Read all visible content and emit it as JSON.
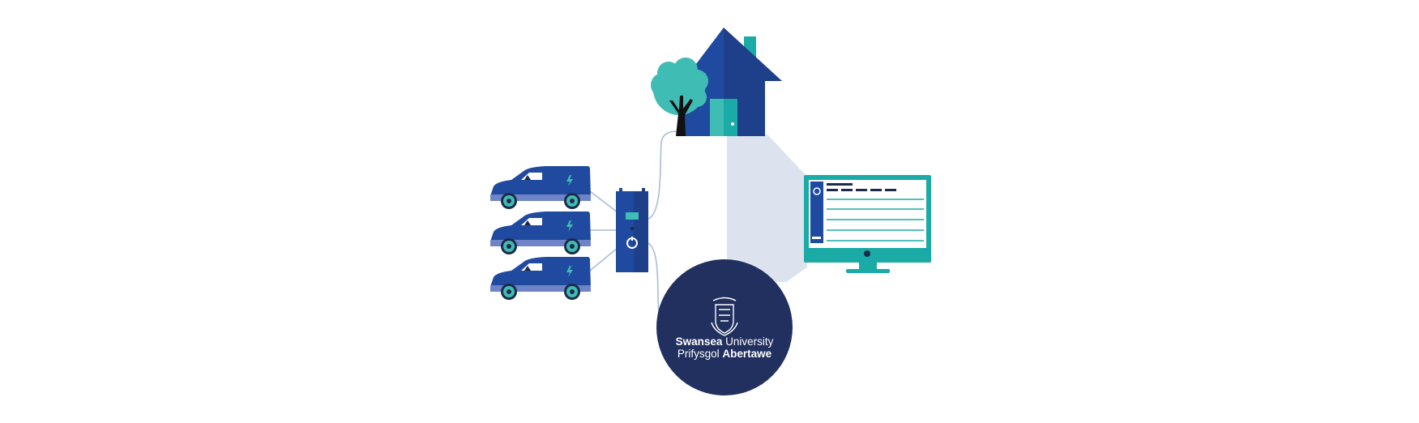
{
  "university": {
    "line1_bold": "Swansea",
    "line1_regular": " University",
    "line2_regular": "Prifysgol ",
    "line2_bold": "Abertawe"
  },
  "colors": {
    "navy": "#21305f",
    "blue": "#1f4aa0",
    "blue_dark": "#1e3f8a",
    "teal": "#1aaba6",
    "teal_light": "#3fbcb4",
    "tyre": "#1c2b4a",
    "beam": "#dde3ee",
    "cable": "#a9bcd9"
  },
  "icons": [
    "van-icon",
    "charger-icon",
    "house-icon",
    "tree-icon",
    "monitor-icon",
    "university-crest-icon"
  ]
}
